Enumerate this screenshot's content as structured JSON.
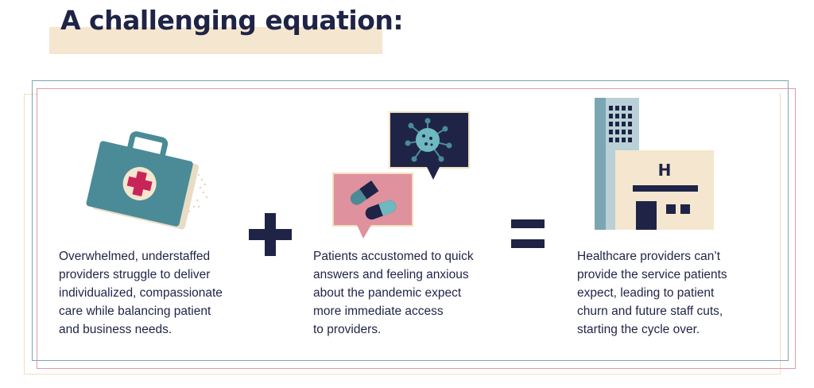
{
  "title": "A challenging equation:",
  "colors": {
    "navy": "#1f2447",
    "teal": "#4a8b97",
    "pink": "#e0919e",
    "magenta": "#c8245a",
    "beige": "#f5e6cf",
    "frame_blue": "#7aa6b3",
    "frame_pink": "#e29aa6",
    "frame_beige": "#f1dfc2"
  },
  "columns": [
    {
      "icon": "medical-kit-icon",
      "caption_lines": [
        "Overwhelmed, understaffed",
        "providers struggle to deliver",
        "individualized, compassionate",
        "care while balancing patient",
        "and business needs."
      ]
    },
    {
      "icon": "chat-bubbles-pills-virus-icon",
      "caption_lines": [
        "Patients accustomed to quick",
        "answers and feeling anxious",
        "about the pandemic expect",
        "more immediate access",
        "to providers."
      ]
    },
    {
      "icon": "hospital-building-icon",
      "caption_lines": [
        "Healthcare providers can’t",
        "provide the service patients",
        "expect, leading to patient",
        "churn and future staff cuts,",
        "starting the cycle over."
      ],
      "hospital_sign": "H"
    }
  ],
  "operators": {
    "plus": "plus-icon",
    "equals": "equals-icon"
  }
}
